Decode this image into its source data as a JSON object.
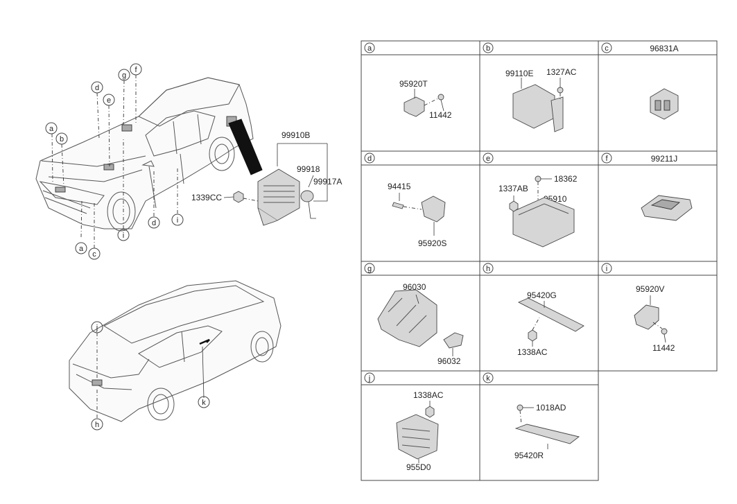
{
  "main_diagram": {
    "assembly_label": "99910B",
    "labels": [
      "99918",
      "99917A",
      "1339CC"
    ],
    "callouts_top": [
      "a",
      "b",
      "d",
      "e",
      "g",
      "f",
      "a",
      "c",
      "i",
      "d",
      "i"
    ],
    "callouts_bottom": [
      "j",
      "h",
      "k"
    ]
  },
  "cells": [
    {
      "letter": "a",
      "header_part": "",
      "parts": [
        "95920T",
        "11442"
      ]
    },
    {
      "letter": "b",
      "header_part": "",
      "parts": [
        "99110E",
        "1327AC"
      ]
    },
    {
      "letter": "c",
      "header_part": "96831A",
      "parts": []
    },
    {
      "letter": "d",
      "header_part": "",
      "parts": [
        "94415",
        "95920S"
      ]
    },
    {
      "letter": "e",
      "header_part": "",
      "parts": [
        "18362",
        "1337AB",
        "95910"
      ]
    },
    {
      "letter": "f",
      "header_part": "99211J",
      "parts": []
    },
    {
      "letter": "g",
      "header_part": "",
      "parts": [
        "96030",
        "96032"
      ]
    },
    {
      "letter": "h",
      "header_part": "",
      "parts": [
        "95420G",
        "1338AC"
      ]
    },
    {
      "letter": "i",
      "header_part": "",
      "parts": [
        "95920V",
        "11442"
      ]
    },
    {
      "letter": "j",
      "header_part": "",
      "parts": [
        "1338AC",
        "955D0"
      ]
    },
    {
      "letter": "k",
      "header_part": "",
      "parts": [
        "1018AD",
        "95420R"
      ]
    }
  ]
}
